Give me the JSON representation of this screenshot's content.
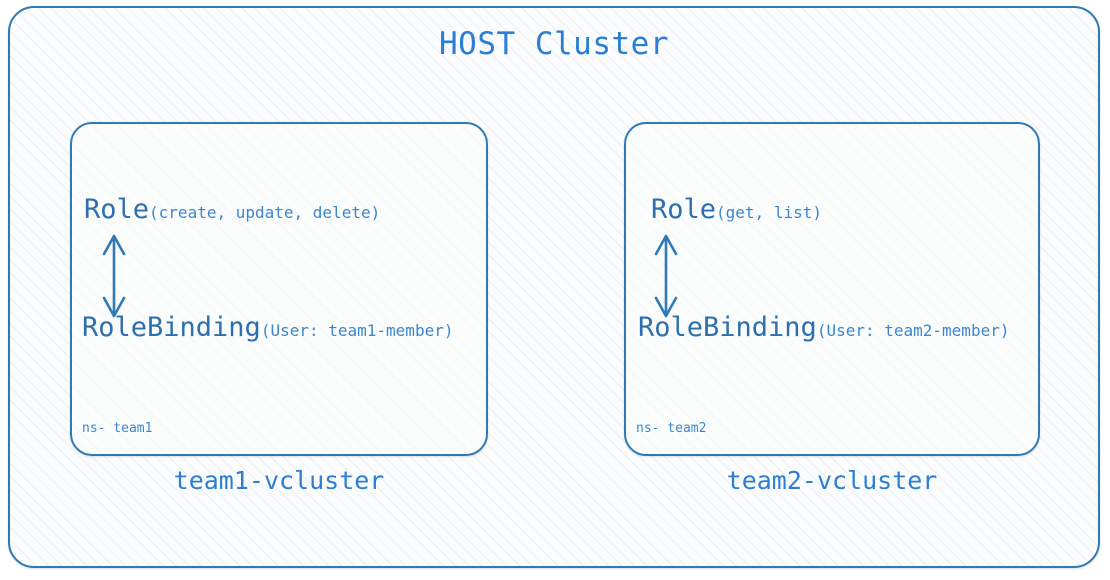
{
  "diagram": {
    "title": "HOST Cluster",
    "accent_border": "#2f79b5",
    "accent_text": "#2a7fd4",
    "resource_name_color": "#2d6fae",
    "resource_args_color": "#3b86cf",
    "background": "#fbfcfd"
  },
  "vclusters": [
    {
      "caption": "team1-vcluster",
      "namespace_label": "ns- team1",
      "resources": [
        {
          "name": "Role",
          "args": "(create, update, delete)"
        },
        {
          "name": "RoleBinding",
          "args": "(User: team1-member)"
        }
      ],
      "arrow": "double-headed-vertical"
    },
    {
      "caption": "team2-vcluster",
      "namespace_label": "ns- team2",
      "resources": [
        {
          "name": "Role",
          "args": "(get, list)"
        },
        {
          "name": "RoleBinding",
          "args": "(User: team2-member)"
        }
      ],
      "arrow": "double-headed-vertical"
    }
  ]
}
